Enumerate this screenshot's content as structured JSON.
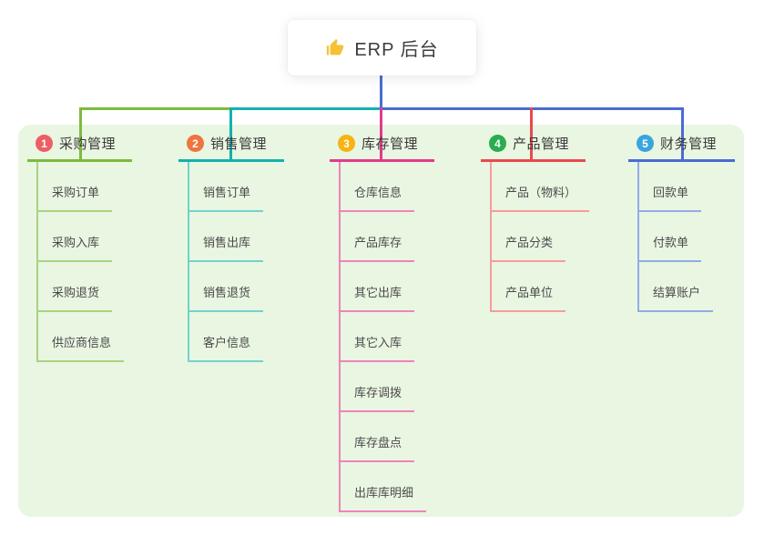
{
  "root": {
    "label": "ERP 后台",
    "icon": "thumbs-up",
    "icon_color": "#f5c234"
  },
  "panel_bg": "#e9f6e2",
  "branches": [
    {
      "badge": "1",
      "title": "采购管理",
      "colors": {
        "badge": "#ee5e67",
        "strong": "#7cbb3f",
        "light": "#a9d37e"
      },
      "children": [
        "采购订单",
        "采购入库",
        "采购退货",
        "供应商信息"
      ]
    },
    {
      "badge": "2",
      "title": "销售管理",
      "colors": {
        "badge": "#f0743e",
        "strong": "#12b2ac",
        "light": "#74d2cc"
      },
      "children": [
        "销售订单",
        "销售出库",
        "销售退货",
        "客户信息"
      ]
    },
    {
      "badge": "3",
      "title": "库存管理",
      "colors": {
        "badge": "#f8b313",
        "strong": "#e23a8e",
        "light": "#ef84ba"
      },
      "children": [
        "仓库信息",
        "产品库存",
        "其它出库",
        "其它入库",
        "库存调拨",
        "库存盘点",
        "出库库明细"
      ]
    },
    {
      "badge": "4",
      "title": "产品管理",
      "colors": {
        "badge": "#28ad4f",
        "strong": "#e9494f",
        "light": "#f59d9c"
      },
      "children": [
        "产品（物料）",
        "产品分类",
        "产品单位"
      ]
    },
    {
      "badge": "5",
      "title": "财务管理",
      "colors": {
        "badge": "#38a6dd",
        "strong": "#4a6cd4",
        "light": "#92abe8"
      },
      "children": [
        "回款单",
        "付款单",
        "结算账户"
      ]
    }
  ]
}
